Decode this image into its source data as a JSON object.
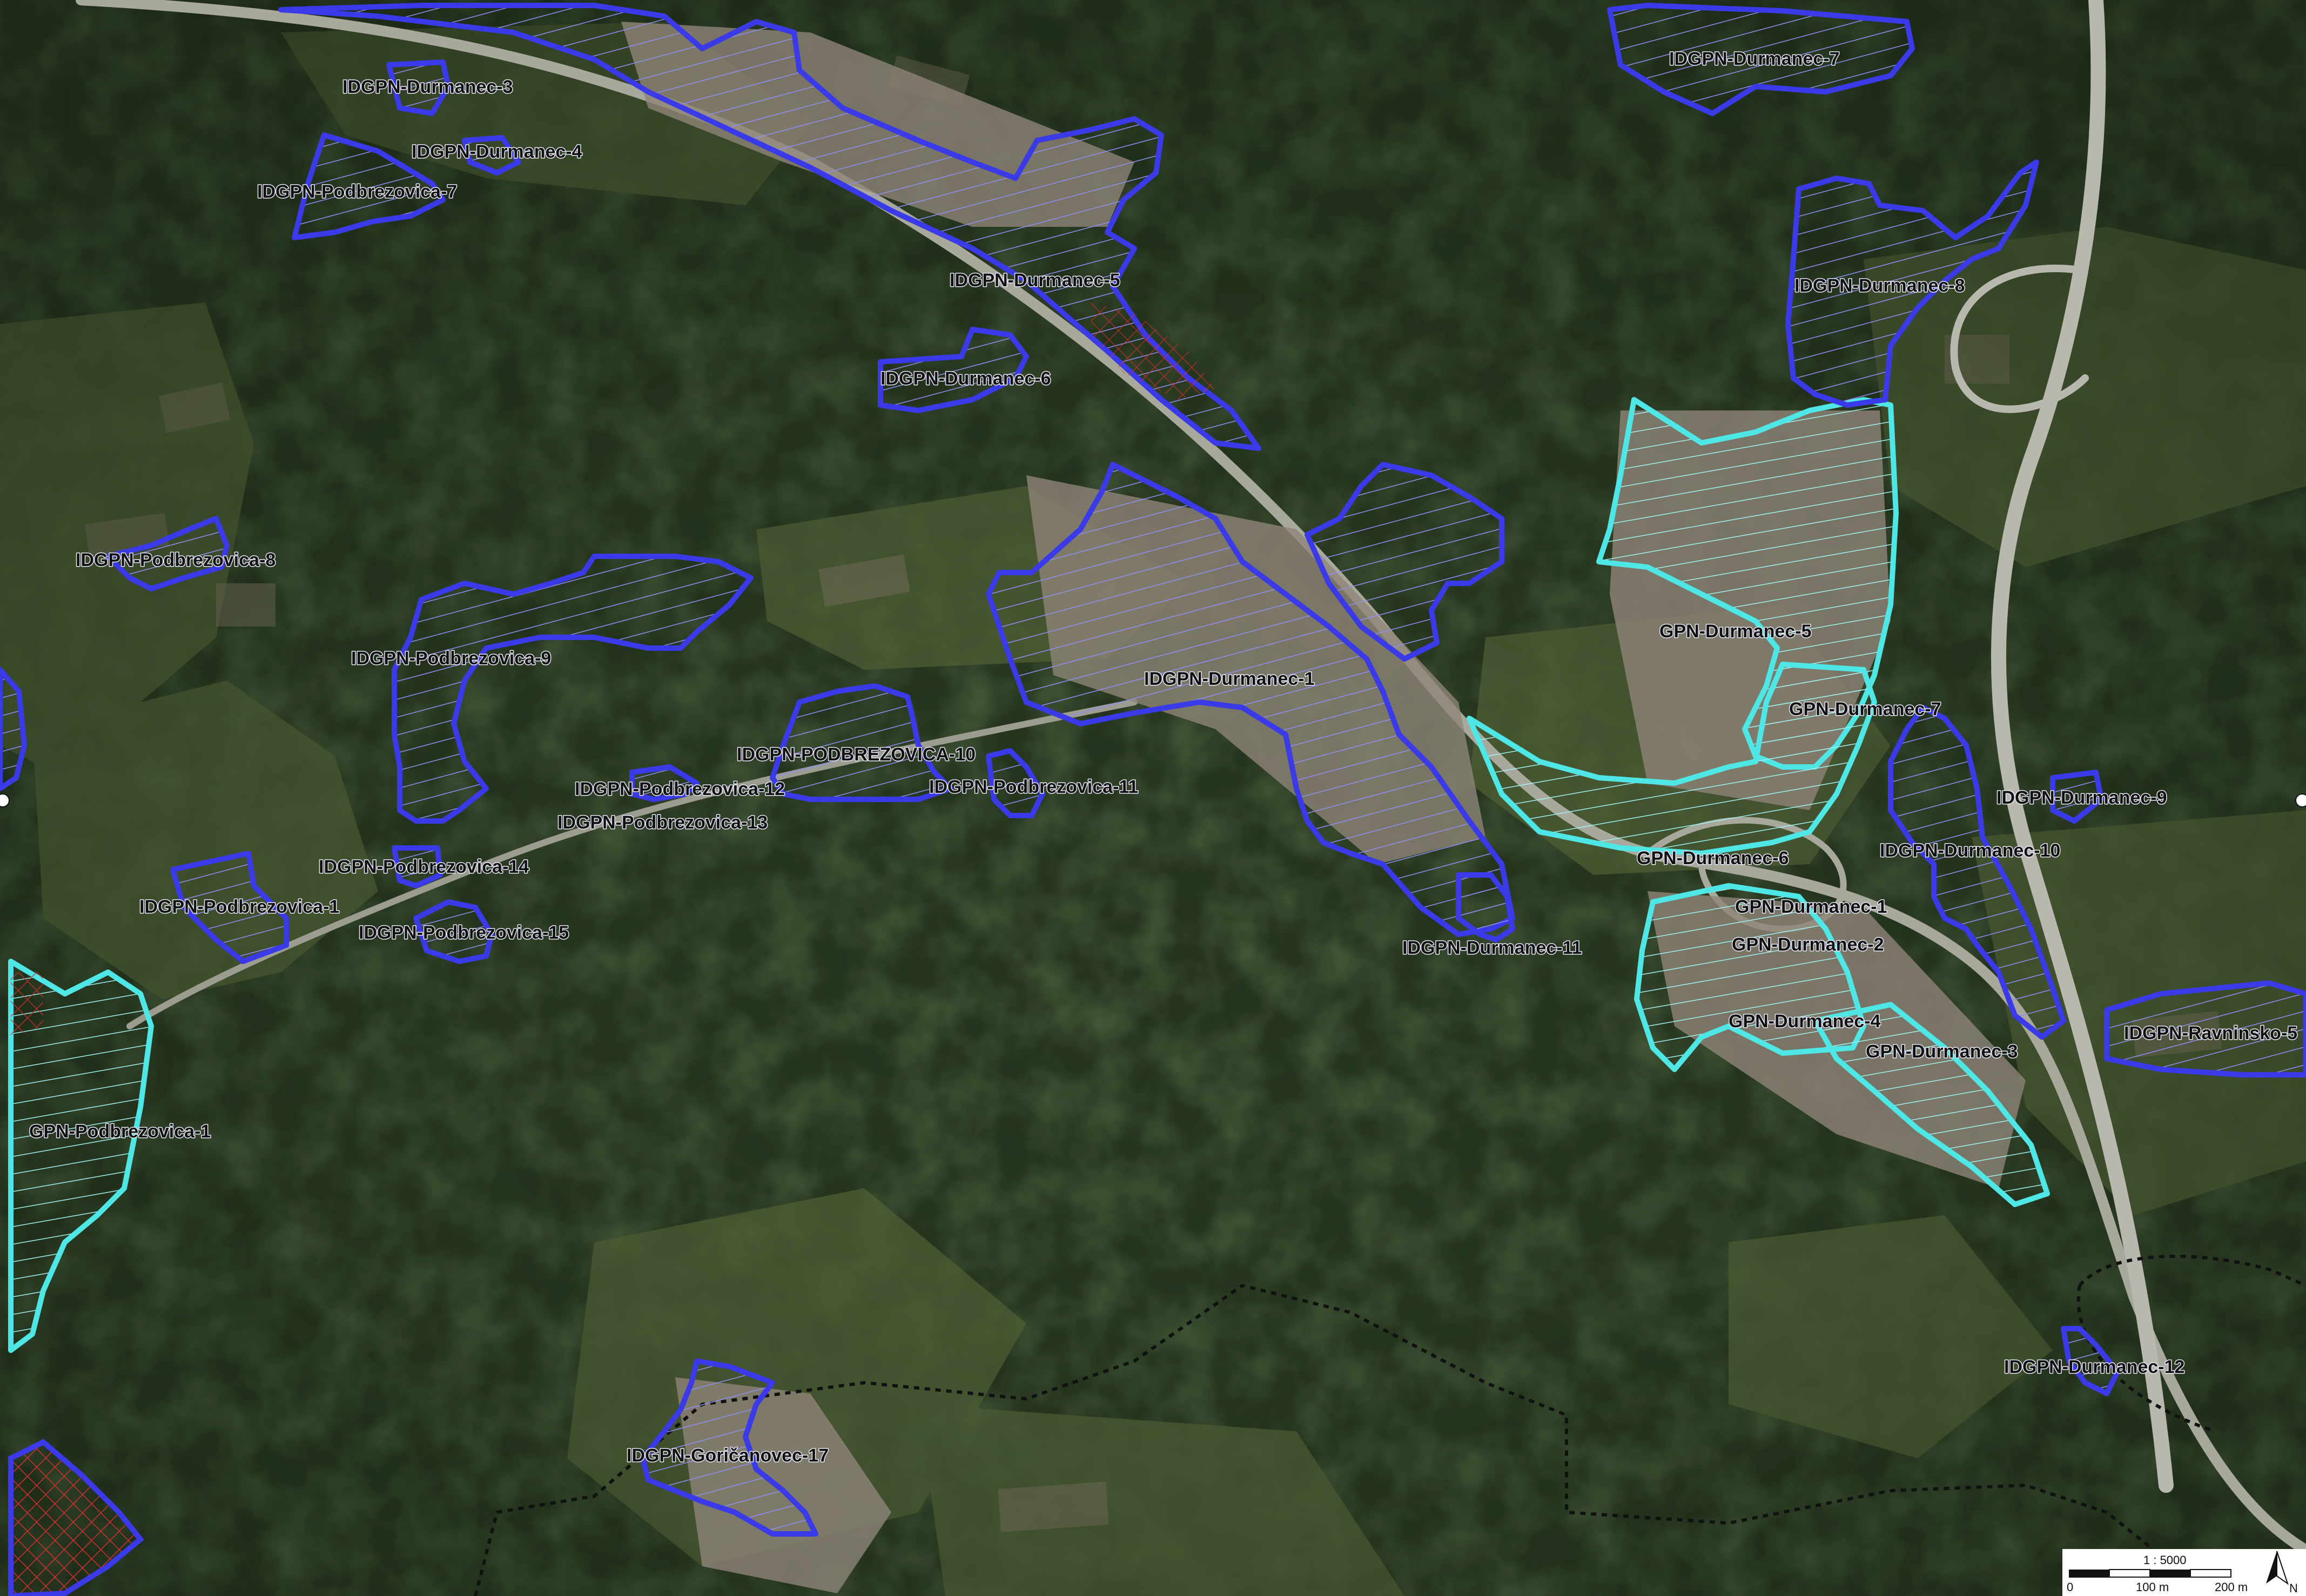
{
  "colors": {
    "idgpn_outline": "#3a3ae8",
    "gpn_outline": "#4fe6e6",
    "municipal_boundary": "#111111",
    "forest": "#26351e",
    "settlement": "#8f8578"
  },
  "labels": {
    "idgpn_durmanec_1": "IDGPN-Durmanec-1",
    "idgpn_durmanec_3": "IDGPN-Durmanec-3",
    "idgpn_durmanec_4": "IDGPN-Durmanec-4",
    "idgpn_durmanec_5": "IDGPN-Durmanec-5",
    "idgpn_durmanec_6": "IDGPN-Durmanec-6",
    "idgpn_durmanec_7": "IDGPN-Durmanec-7",
    "idgpn_durmanec_8": "IDGPN-Durmanec-8",
    "idgpn_durmanec_9": "IDGPN-Durmanec-9",
    "idgpn_durmanec_10": "IDGPN-Durmanec-10",
    "idgpn_durmanec_11": "IDGPN-Durmanec-11",
    "idgpn_durmanec_12": "IDGPN-Durmanec-12",
    "idgpn_podbrezovica_1": "IDGPN-Podbrezovica-1",
    "idgpn_podbrezovica_7": "IDGPN-Podbrezovica-7",
    "idgpn_podbrezovica_8": "IDGPN-Podbrezovica-8",
    "idgpn_podbrezovica_9": "IDGPN-Podbrezovica-9",
    "idgpn_podbrezovica_10": "IDGPN-PODBREZOVICA-10",
    "idgpn_podbrezovica_11": "IDGPN-Podbrezovica-11",
    "idgpn_podbrezovica_12": "IDGPN-Podbrezovica-12",
    "idgpn_podbrezovica_13": "IDGPN-Podbrezovica-13",
    "idgpn_podbrezovica_14": "IDGPN-Podbrezovica-14",
    "idgpn_podbrezovica_15": "IDGPN-Podbrezovica-15",
    "idgpn_goricanovec_17": "IDGPN-Goričanovec-17",
    "idgpn_ravninsko_5": "IDGPN-Ravninsko-5",
    "gpn_durmanec_1": "GPN-Durmanec-1",
    "gpn_durmanec_2": "GPN-Durmanec-2",
    "gpn_durmanec_3": "GPN-Durmanec-3",
    "gpn_durmanec_4": "GPN-Durmanec-4",
    "gpn_durmanec_5": "GPN-Durmanec-5",
    "gpn_durmanec_6": "GPN-Durmanec-6",
    "gpn_durmanec_7": "GPN-Durmanec-7",
    "gpn_podbrezovica_1": "GPN-Podbrezovica-1"
  },
  "scale": {
    "ratio": "1 : 5000",
    "tick_start": "0",
    "tick_mid": "100 m",
    "tick_end": "200 m"
  },
  "north_arrow": {
    "label": "N"
  }
}
